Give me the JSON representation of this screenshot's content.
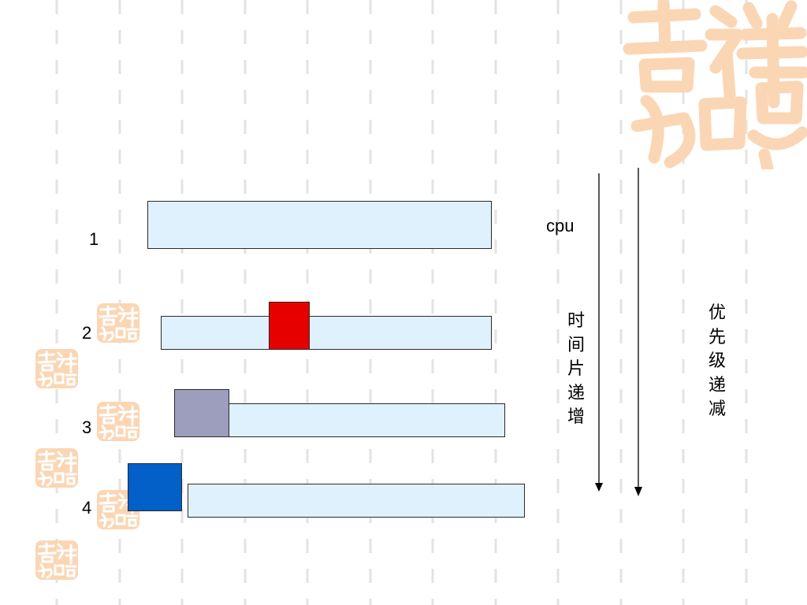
{
  "queues": [
    {
      "label": "1"
    },
    {
      "label": "2"
    },
    {
      "label": "3"
    },
    {
      "label": "4"
    }
  ],
  "cpu_label": "cpu",
  "arrows": {
    "time_slice": "时间片递增",
    "priority": "优先级递减"
  },
  "colors": {
    "queue_fill": "#dff1fc",
    "process_red": "#e60000",
    "process_gray": "#9d9dbd",
    "process_blue": "#0360c8",
    "watermark": "#fbd6b4",
    "grid_dash": "#e3e3e3"
  },
  "decor": {
    "logo_text": "吉祥如意"
  }
}
